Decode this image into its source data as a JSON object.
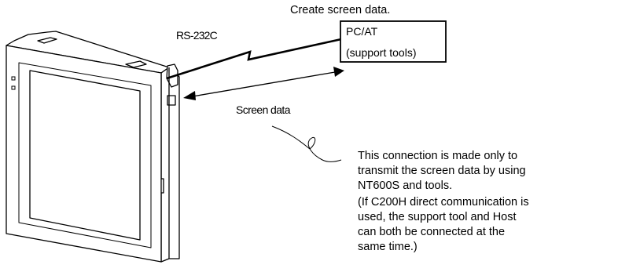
{
  "diagram": {
    "top_caption": "Create screen data.",
    "cable_label": "RS-232C",
    "pc_box_lines": [
      "PC/AT",
      "(support tools)"
    ],
    "arrow_label": "Screen data",
    "note_lines": [
      "This connection is made only to",
      "transmit the screen data by using",
      "NT600S and tools.",
      "(If C200H direct communication is",
      "used, the support tool and Host",
      "can both be connected at the",
      "same time.)"
    ]
  }
}
